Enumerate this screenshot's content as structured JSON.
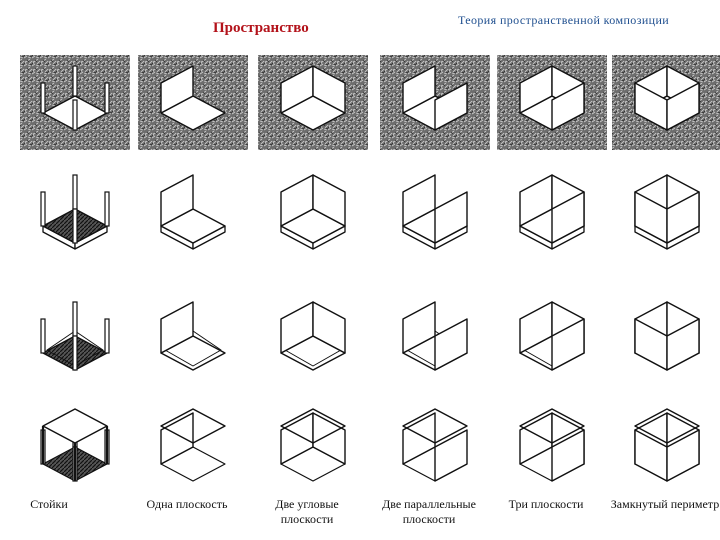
{
  "page": {
    "title": "Пространство",
    "subtitle": "Теория  пространственной  композиции",
    "accent_title": "#b3121a",
    "accent_subtitle": "#1f4f8f"
  },
  "columns": [
    {
      "id": "posts",
      "caption": "Стойки"
    },
    {
      "id": "one-plane",
      "caption": "Одна плоскость"
    },
    {
      "id": "two-corner-planes",
      "caption": "Две  угловые плоскости"
    },
    {
      "id": "two-parallel-planes",
      "caption": "Две параллельные плоскости"
    },
    {
      "id": "three-planes",
      "caption": "Три плоскости"
    },
    {
      "id": "closed-perimeter",
      "caption": "Замкнутый периметр"
    }
  ],
  "rows": [
    {
      "id": "photo-models"
    },
    {
      "id": "base-elevated"
    },
    {
      "id": "base-recessed"
    },
    {
      "id": "overhead-plane"
    }
  ]
}
